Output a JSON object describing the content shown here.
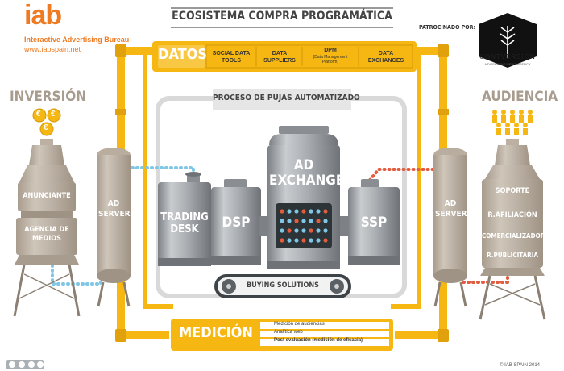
{
  "header": {
    "logo_text": "iab",
    "org_name": "Interactive Advertising Bureau",
    "website": "www.iabspain.net",
    "title": "ECOSISTEMA COMPRA PROGRAMÁTICA",
    "sponsor_label": "PATROCINADO POR:",
    "sponsor_name": "CONTVERSION",
    "sponsor_tagline": "A DIFFERENT MEDIA AGENCY"
  },
  "datos": {
    "label": "DATOS",
    "items": [
      "SOCIAL DATA TOOLS",
      "DATA SUPPLIERS",
      "DPM",
      "DATA EXCHANGES"
    ],
    "dpm_sub": "(Data Management Platform)"
  },
  "left": {
    "section": "INVERSIÓN",
    "coin_symbol": "€",
    "tank_top": "ANUNCIANTE",
    "tank_bottom": "AGENCIA DE MEDIOS",
    "ad_server": "AD SERVER"
  },
  "center": {
    "process_label": "PROCESO DE PUJAS AUTOMATIZADO",
    "trading_desk": "TRADING DESK",
    "dsp": "DSP",
    "ad_exchange": "AD EXCHANGE",
    "ssp": "SSP",
    "buying_solutions": "BUYING SOLUTIONS"
  },
  "right": {
    "section": "AUDIENCIA",
    "ad_server": "AD SERVER",
    "tank_items": [
      "SOPORTE",
      "R.AFILIACIÓN",
      "COMERCIALIZADORA",
      "R.PUBLICITARIA"
    ]
  },
  "medicion": {
    "label": "MEDICIÓN",
    "items": [
      "Medición de audiencias",
      "Analítica web",
      "Post evaluación (medición de eficacia)"
    ]
  },
  "footer": {
    "copyright": "© IAB SPAIN 2014"
  },
  "colors": {
    "orange": "#ee7a22",
    "yellow": "#f6b712",
    "tank": "#c1b6a8",
    "steel": "#a5a9ad",
    "blue_dot": "#7fc7e4",
    "red_dot": "#e25c3d"
  }
}
